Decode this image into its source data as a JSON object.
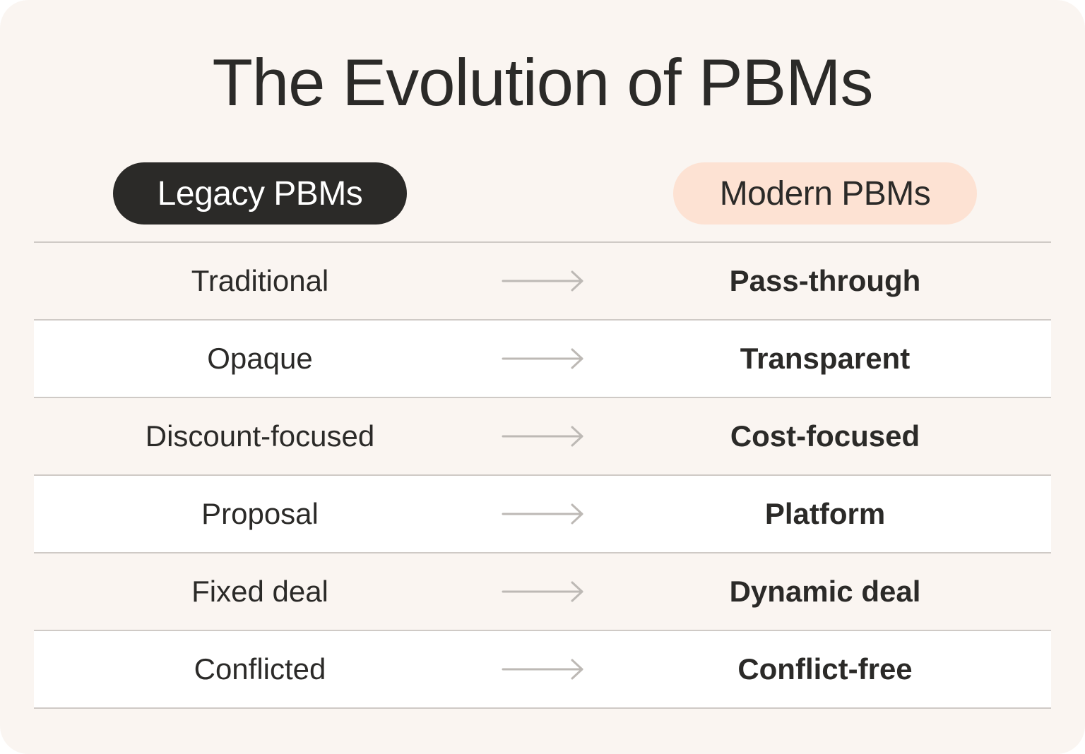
{
  "title": "The Evolution of PBMs",
  "columns": {
    "left": "Legacy PBMs",
    "right": "Modern PBMs"
  },
  "rows": [
    {
      "from": "Traditional",
      "to": "Pass-through"
    },
    {
      "from": "Opaque",
      "to": "Transparent"
    },
    {
      "from": "Discount-focused",
      "to": "Cost-focused"
    },
    {
      "from": "Proposal",
      "to": "Platform"
    },
    {
      "from": "Fixed deal",
      "to": "Dynamic deal"
    },
    {
      "from": "Conflicted",
      "to": "Conflict-free"
    }
  ],
  "icons": {
    "arrow": "arrow-right-icon"
  },
  "colors": {
    "background": "#faf5f1",
    "dark_pill": "#2b2a28",
    "light_pill": "#fde2d3",
    "text": "#2b2a28",
    "divider": "#cfcac6",
    "arrow": "#bdb9b5"
  }
}
